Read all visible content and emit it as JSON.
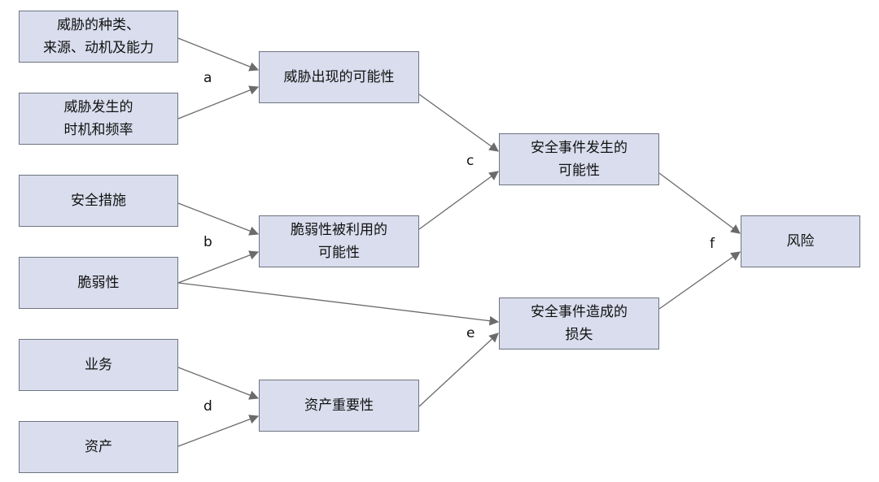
{
  "nodes": {
    "threat_type": [
      "威胁的种类、",
      "来源、动机及能力"
    ],
    "threat_timing": [
      "威胁发生的",
      "时机和频率"
    ],
    "security_measures": [
      "安全措施"
    ],
    "vulnerability": [
      "脆弱性"
    ],
    "business": [
      "业务"
    ],
    "asset": [
      "资产"
    ],
    "threat_likelihood": [
      "威胁出现的可能性"
    ],
    "vuln_exploit": [
      "脆弱性被利用的",
      "可能性"
    ],
    "asset_importance": [
      "资产重要性"
    ],
    "incident_likelihood": [
      "安全事件发生的",
      "可能性"
    ],
    "incident_loss": [
      "安全事件造成的",
      "损失"
    ],
    "risk": [
      "风险"
    ]
  },
  "labels": {
    "a": "a",
    "b": "b",
    "c": "c",
    "d": "d",
    "e": "e",
    "f": "f"
  },
  "colors": {
    "box_fill": "#d9dded",
    "box_border": "#6e7480",
    "arrow": "#6b6b6b"
  }
}
